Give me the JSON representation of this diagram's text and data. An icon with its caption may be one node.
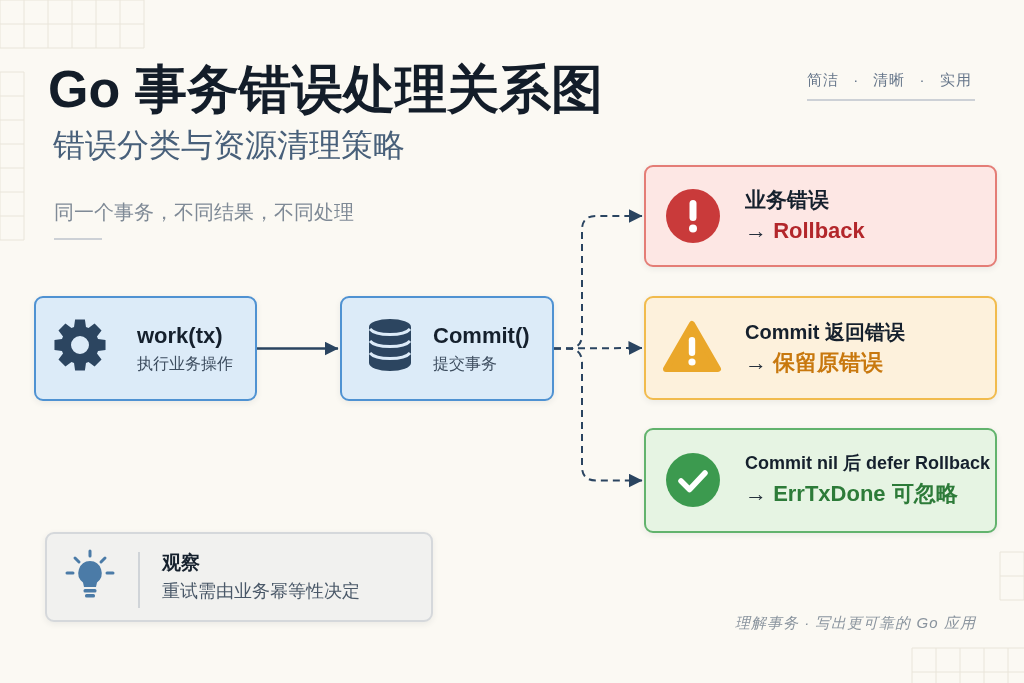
{
  "diagram": {
    "title": "Go 事务错误处理关系图",
    "nodes": [
      {
        "text": [
          "work(tx)",
          "执行业务操作"
        ]
      },
      {
        "text": [
          "Commit()",
          "提交事务"
        ]
      },
      {
        "text": [
          "业务错误",
          "→ **Rollback**"
        ]
      },
      {
        "text": [
          "Commit 返回错误",
          "→ **保留原错误**"
        ]
      },
      {
        "text": [
          "Commit nil 后 defer Rollback",
          "→ **ErrTxDone 可忽略**"
        ]
      },
      {
        "text": [
          "观察",
          "重试需由业务幂等性决定"
        ]
      }
    ],
    "edges": [
      {
        "from": 0,
        "to": 1,
        "arrow": "to"
      },
      {
        "from": 1,
        "to": 2,
        "arrow": "to",
        "style": "dashed"
      },
      {
        "from": 1,
        "to": 3,
        "arrow": "to",
        "style": "dashed"
      },
      {
        "from": 1,
        "to": 4,
        "arrow": "to",
        "style": "dashed"
      }
    ],
    "labels": [
      "简洁 · 清晰 · 实用",
      "错误分类与资源清理策略",
      "同一个事务，不同结果，不同处理",
      "理解事务 · 写出更可靠的 Go 应用"
    ]
  }
}
